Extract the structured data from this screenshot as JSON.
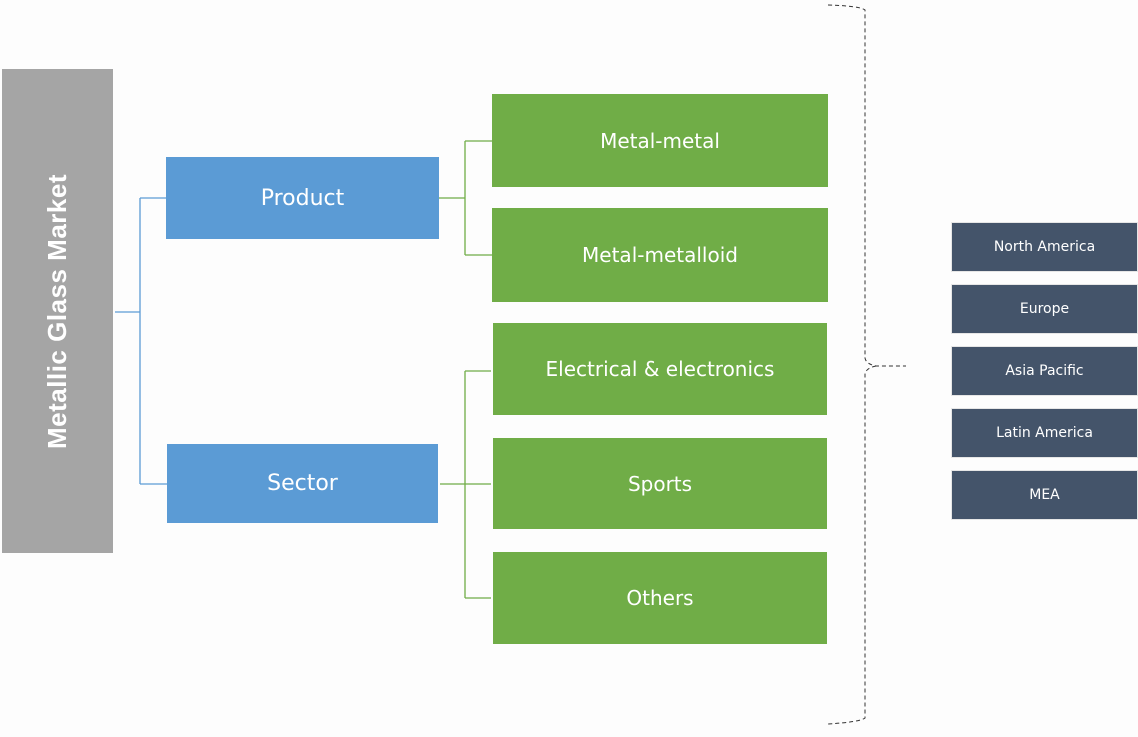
{
  "title": "Metallic Glass Market",
  "categories": [
    {
      "label": "Product",
      "segments": [
        "Metal-metal",
        "Metal-metalloid"
      ]
    },
    {
      "label": "Sector",
      "segments": [
        "Electrical & electronics",
        "Sports",
        "Others"
      ]
    }
  ],
  "regions": [
    "North America",
    "Europe",
    "Asia Pacific",
    "Latin America",
    "MEA"
  ],
  "colors": {
    "root": "#a5a5a5",
    "category": "#5b9bd5",
    "segment": "#70ad47",
    "region": "#44546a"
  }
}
